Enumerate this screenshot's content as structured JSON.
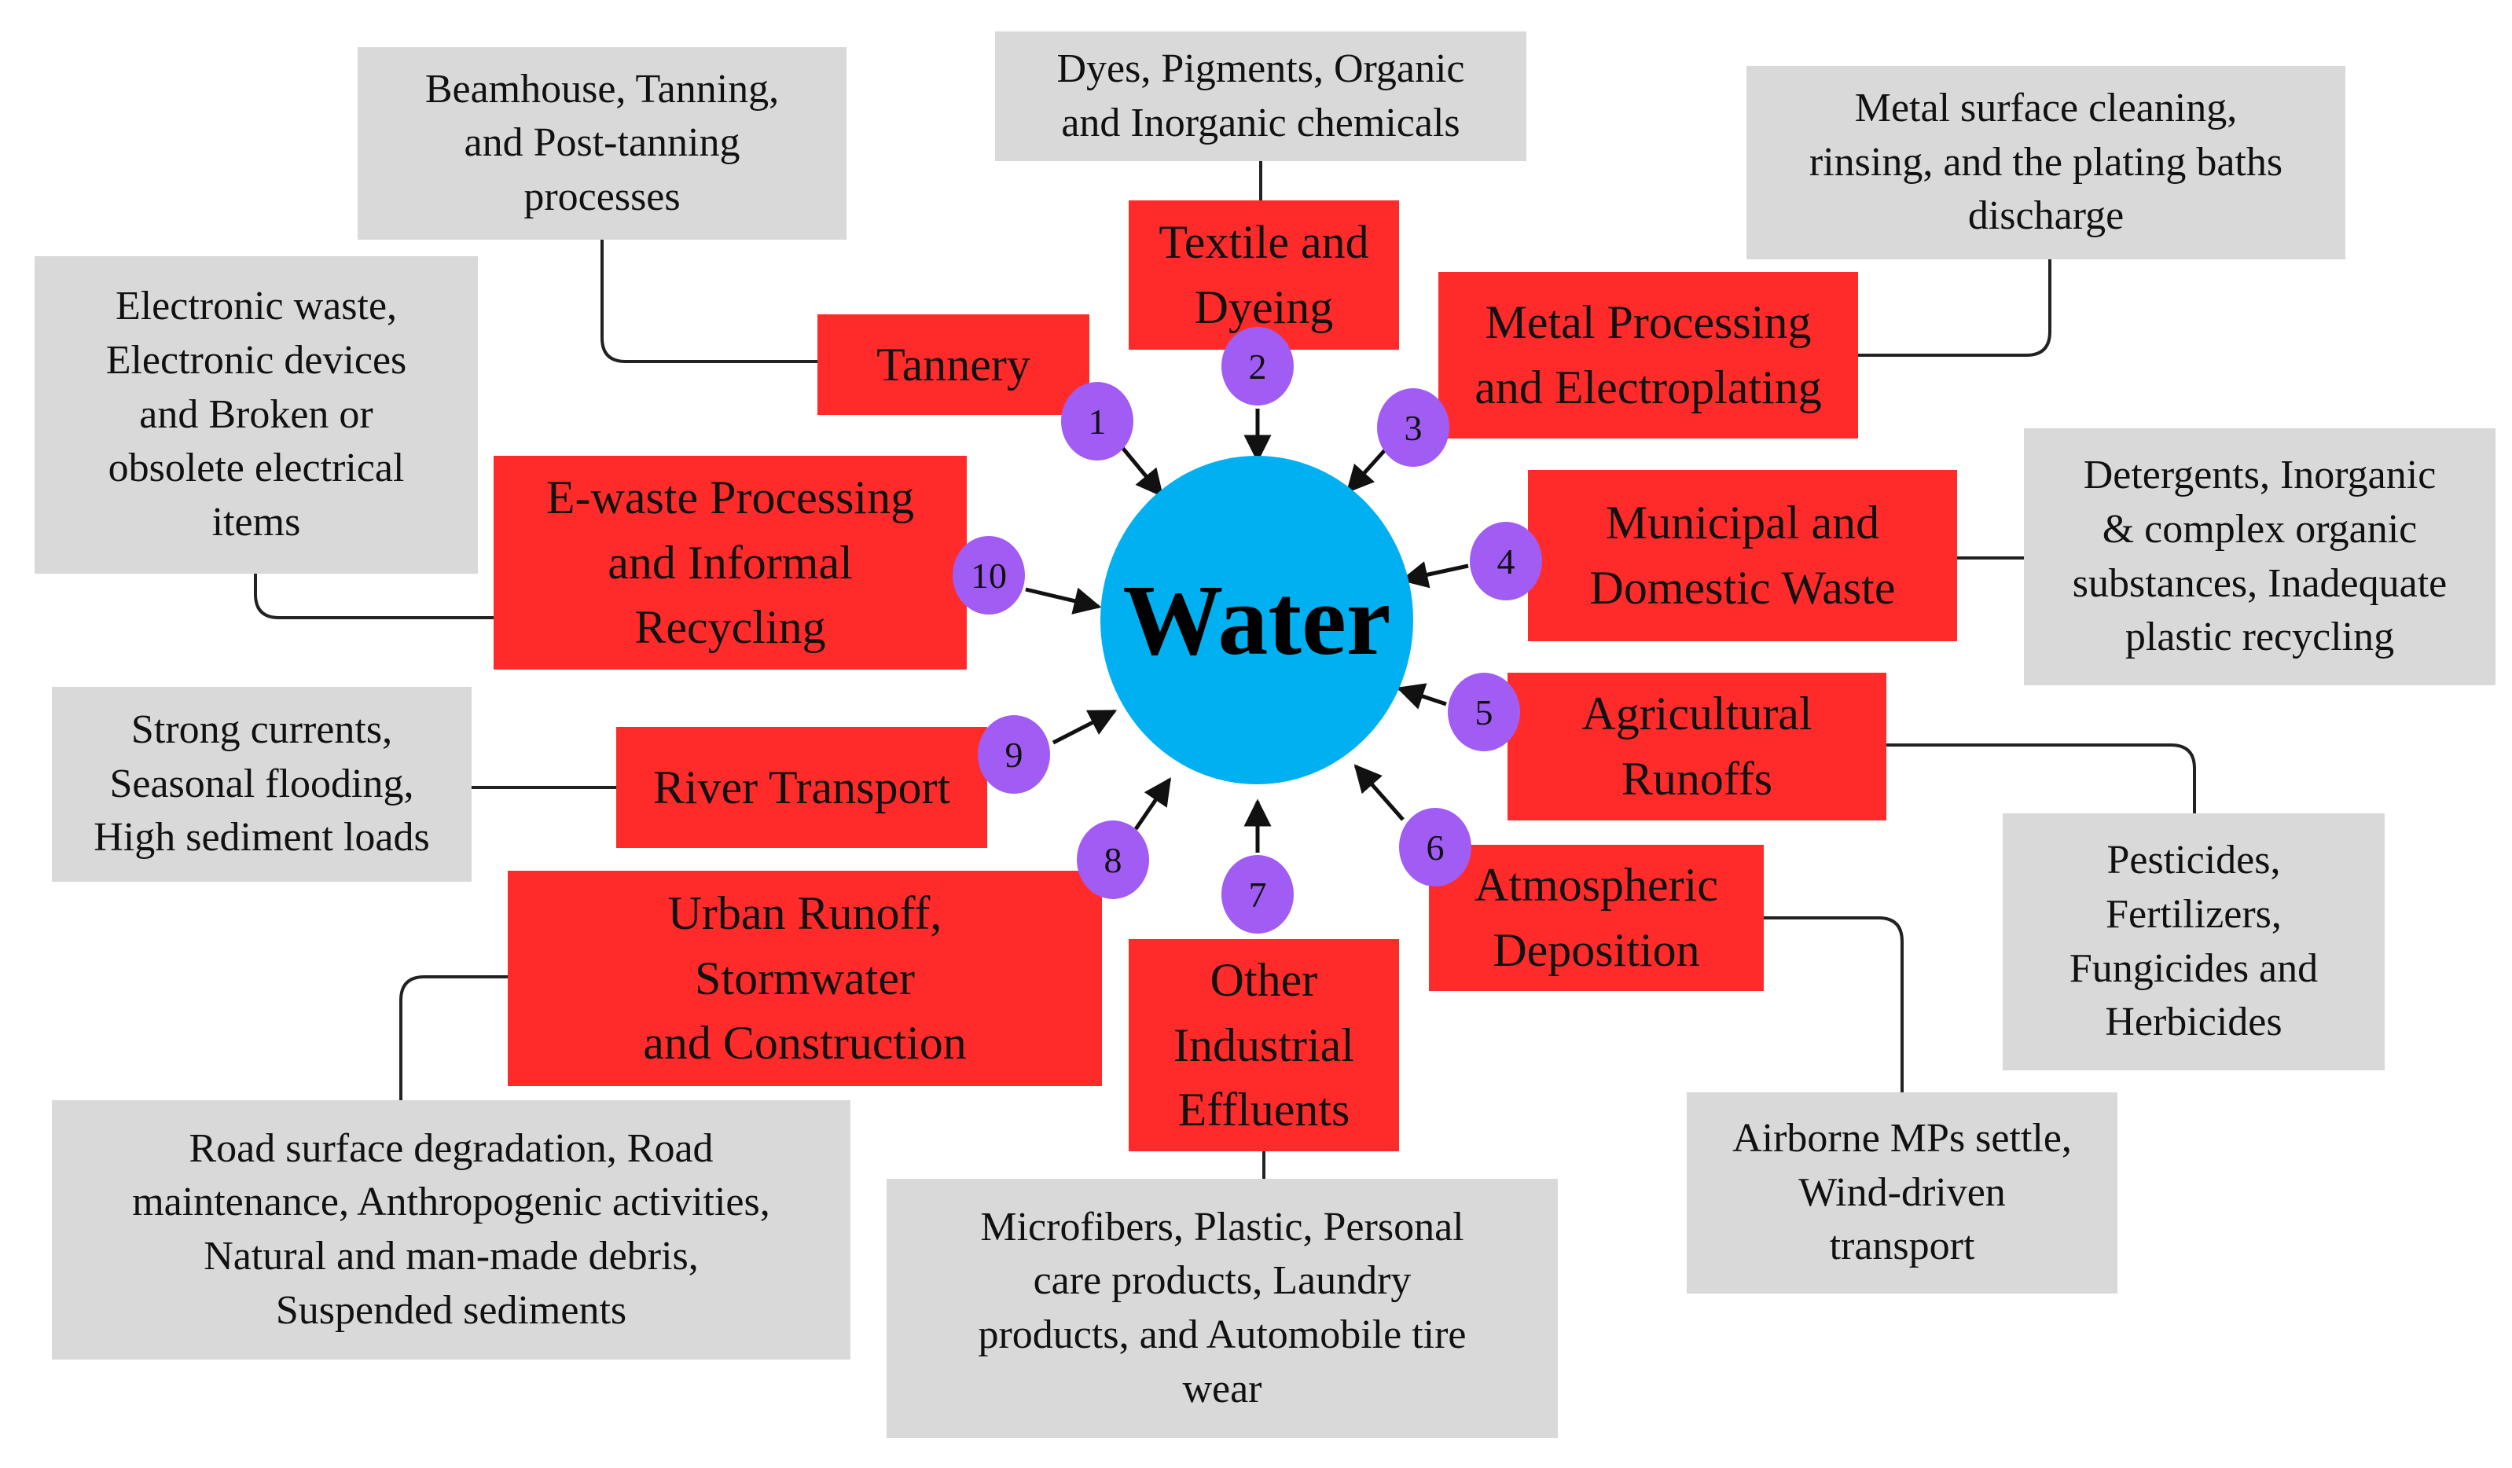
{
  "center": {
    "label": "Water"
  },
  "sources": [
    {
      "num": "1",
      "label": "Tannery",
      "detail": "Beamhouse, Tanning,\nand Post-tanning\nprocesses"
    },
    {
      "num": "2",
      "label": "Textile and\nDyeing",
      "detail": "Dyes, Pigments, Organic\nand Inorganic chemicals"
    },
    {
      "num": "3",
      "label": "Metal Processing\nand Electroplating",
      "detail": "Metal surface cleaning,\nrinsing, and the plating baths\ndischarge"
    },
    {
      "num": "4",
      "label": "Municipal and\nDomestic Waste",
      "detail": "Detergents, Inorganic\n& complex organic\nsubstances, Inadequate\nplastic recycling"
    },
    {
      "num": "5",
      "label": "Agricultural\nRunoffs",
      "detail": "Pesticides,\nFertilizers,\nFungicides and\nHerbicides"
    },
    {
      "num": "6",
      "label": "Atmospheric\nDeposition",
      "detail": "Airborne MPs settle,\nWind-driven\ntransport"
    },
    {
      "num": "7",
      "label": "Other\nIndustrial\nEffluents",
      "detail": "Microfibers, Plastic, Personal\ncare products, Laundry\nproducts, and Automobile tire\nwear"
    },
    {
      "num": "8",
      "label": "Urban Runoff,\nStormwater\nand Construction",
      "detail": "Road surface degradation, Road\nmaintenance, Anthropogenic activities,\nNatural and man-made debris,\nSuspended sediments"
    },
    {
      "num": "9",
      "label": "River Transport",
      "detail": "Strong currents,\nSeasonal flooding,\nHigh sediment loads"
    },
    {
      "num": "10",
      "label": "E-waste Processing\nand Informal\nRecycling",
      "detail": "Electronic waste,\nElectronic devices\nand Broken or\nobsolete electrical\nitems"
    }
  ]
}
